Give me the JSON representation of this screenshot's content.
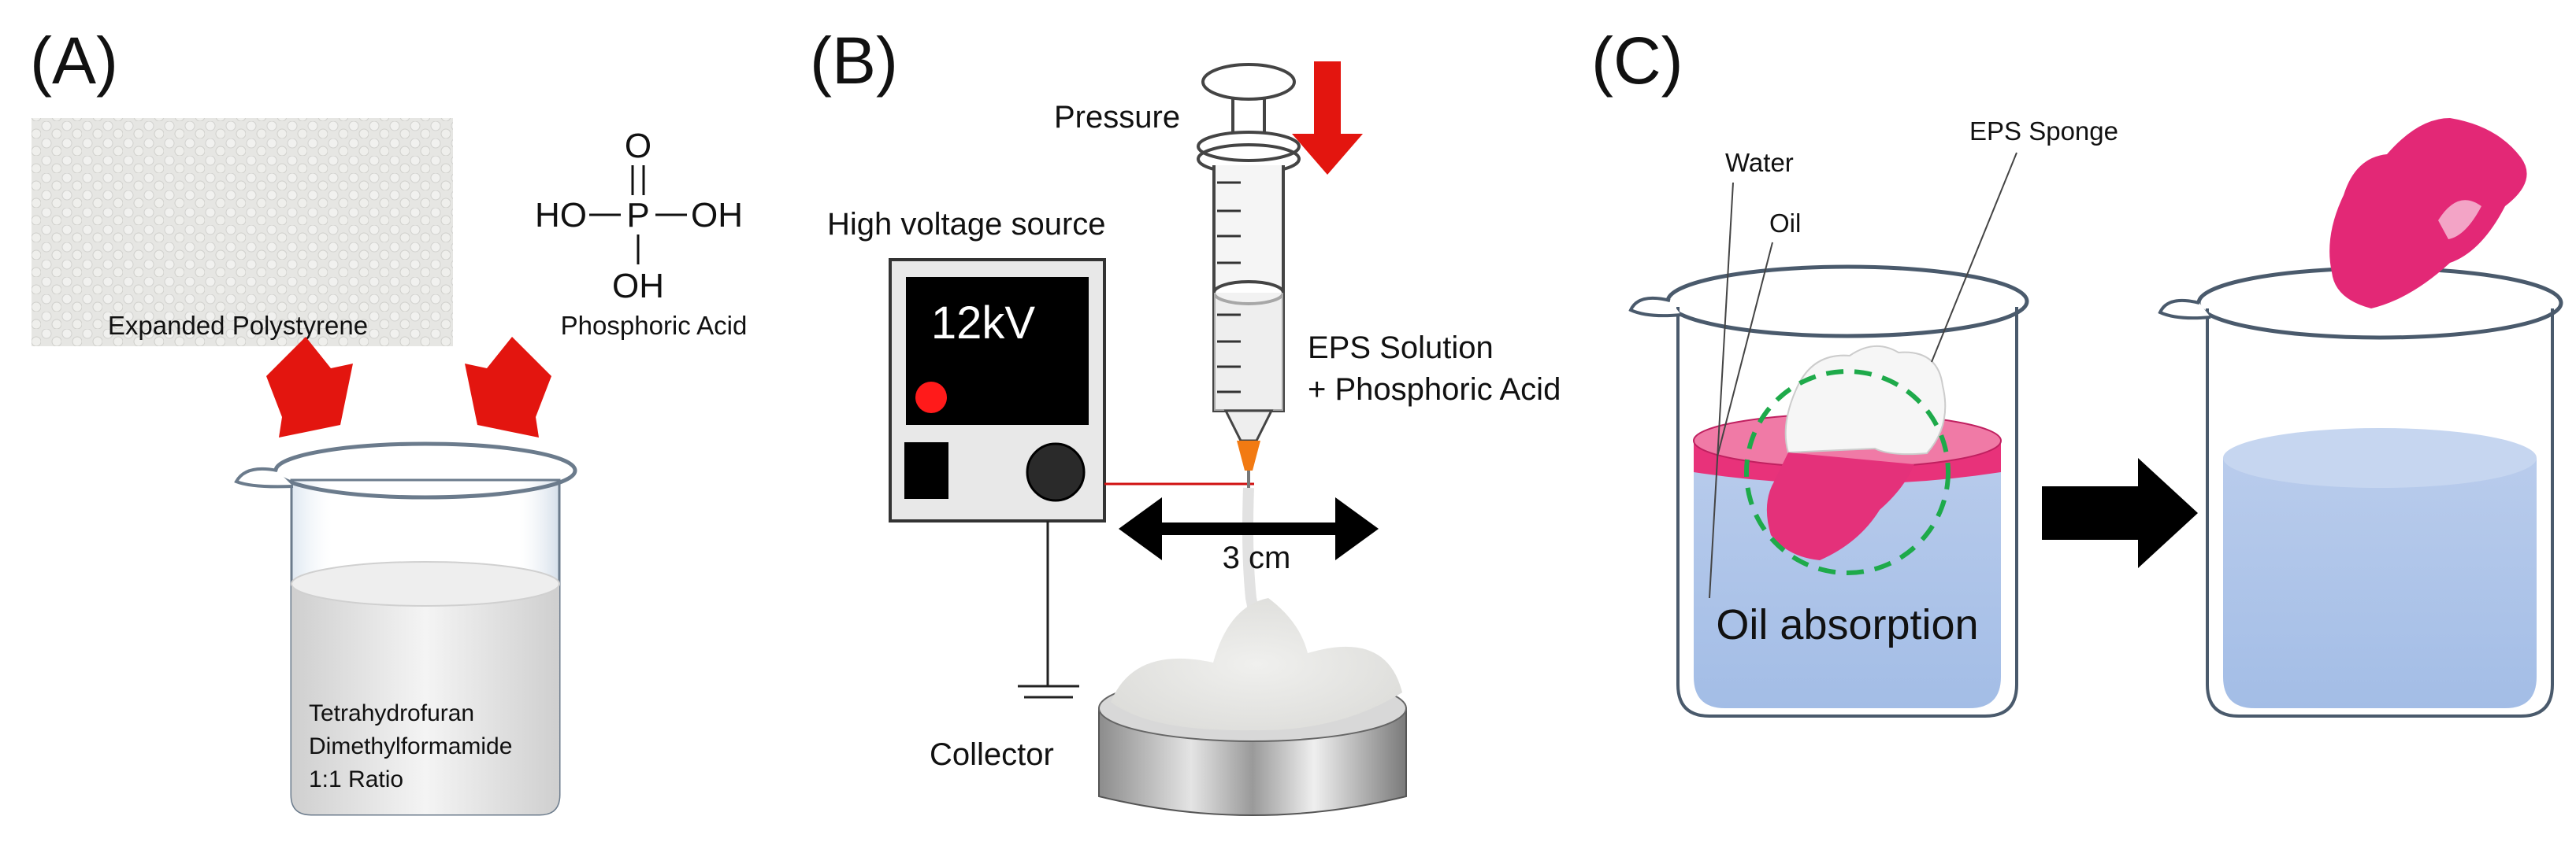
{
  "panels": {
    "a": {
      "label": "(A)",
      "eps_label": "Expanded Polystyrene",
      "acid_label": "Phosphoric Acid",
      "formula": {
        "top_o": "O",
        "left": "HO",
        "center": "P",
        "right": "OH",
        "bottom": "OH"
      },
      "solvent_lines": [
        "Tetrahydrofuran",
        "Dimethylformamide",
        "1:1 Ratio"
      ]
    },
    "b": {
      "label": "(B)",
      "pressure_label": "Pressure",
      "hv_label": "High voltage source",
      "voltage": "12kV",
      "solution_line1": "EPS Solution",
      "solution_line2": "+ Phosphoric Acid",
      "distance": "3 cm",
      "collector_label": "Collector"
    },
    "c": {
      "label": "(C)",
      "water_label": "Water",
      "oil_label": "Oil",
      "sponge_label": "EPS Sponge",
      "process_label": "Oil absorption"
    }
  },
  "colors": {
    "arrow_red": "#e3150f",
    "oil_pink": "#e8327a",
    "water_blue": "#a9c1e6",
    "dash_green": "#1eaa4a",
    "needle_orange": "#f27a12",
    "indicator_red": "#ff1a1a"
  }
}
